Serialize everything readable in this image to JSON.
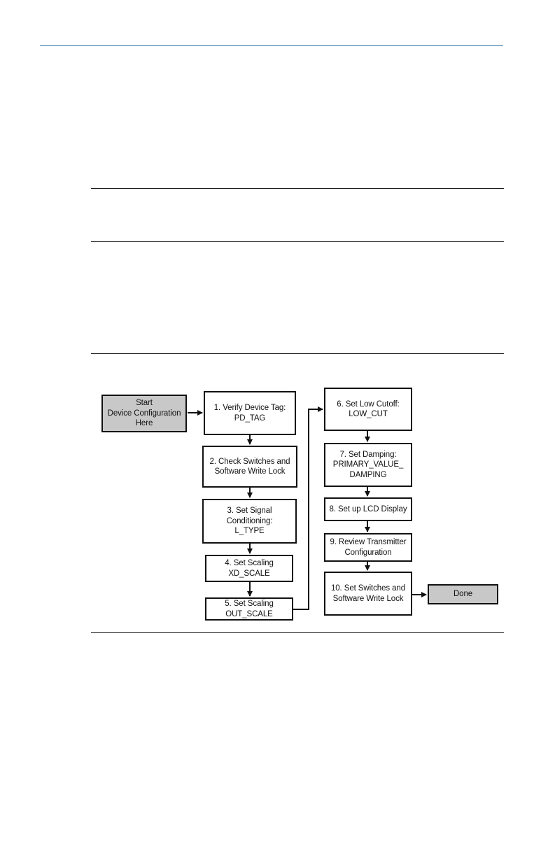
{
  "flowchart": {
    "colors": {
      "line": "#111111",
      "gray_fill": "#c8c8c8",
      "header_rule": "#2e6e9e"
    },
    "steps": {
      "start": "Start\nDevice Configuration\nHere",
      "s1": "1. Verify Device Tag:\nPD_TAG",
      "s2": "2. Check Switches and\nSoftware Write Lock",
      "s3": "3. Set Signal\nConditioning:\nL_TYPE",
      "s4": "4. Set Scaling\nXD_SCALE",
      "s5": "5. Set Scaling\nOUT_SCALE",
      "s6": "6. Set Low Cutoff:\nLOW_CUT",
      "s7": "7. Set Damping:\nPRIMARY_VALUE_\nDAMPING",
      "s8": "8. Set up LCD Display",
      "s9": "9. Review Transmitter\nConfiguration",
      "s10": "10. Set Switches and\nSoftware Write Lock",
      "done": "Done"
    }
  }
}
